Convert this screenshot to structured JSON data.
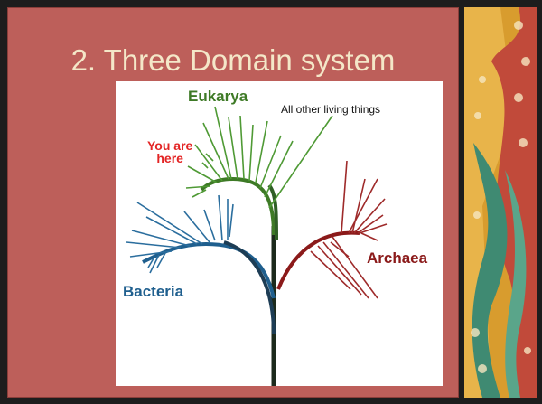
{
  "slide": {
    "title": "2. Three Domain system"
  },
  "figure": {
    "labels": {
      "eukarya": "Eukarya",
      "all_other": "All other living things",
      "you_are": "You are",
      "here": "here",
      "archaea": "Archaea",
      "bacteria": "Bacteria"
    },
    "colors": {
      "eukarya": "#3e7a26",
      "bacteria": "#1f5f8e",
      "archaea": "#8b1a1a",
      "you_are_here": "#e32424",
      "trunk": "#1c2a1c"
    }
  },
  "theme": {
    "panel": "#bd5f5a",
    "title": "#f4e7c8"
  }
}
